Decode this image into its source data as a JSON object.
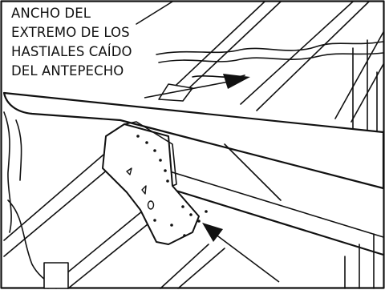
{
  "callout": {
    "lines": [
      "ANCHO DEL",
      "EXTREMO DE LOS",
      "HASTIALES CAÍDO",
      "DEL ANTEPECHO"
    ]
  },
  "colors": {
    "ink": "#111111",
    "background": "#ffffff"
  }
}
